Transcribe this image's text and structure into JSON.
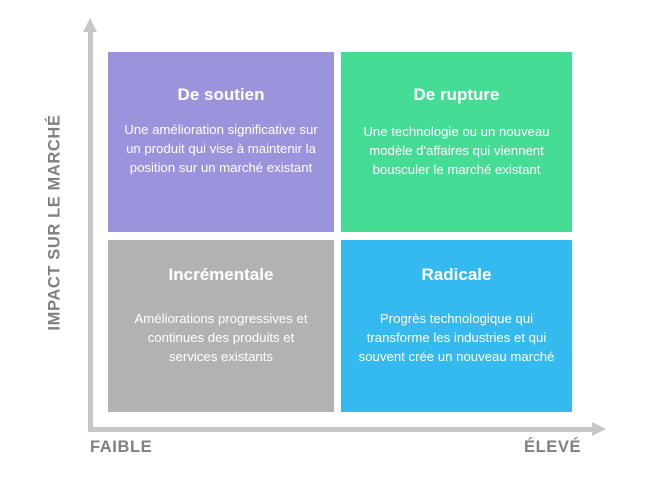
{
  "chart_data": {
    "type": "table",
    "title": "",
    "xlabel": "",
    "ylabel": "IMPACT SUR LE MARCHÉ",
    "axes": {
      "y": {
        "label": "IMPACT SUR LE MARCHÉ",
        "direction": "up",
        "arrow": true,
        "color": "#c6c6c6"
      },
      "x": {
        "label": "",
        "direction": "right",
        "arrow": true,
        "color": "#c6c6c6",
        "low_tick": "FAIBLE",
        "high_tick": "ÉLEVÉ"
      }
    },
    "legend": "none",
    "grid": false,
    "quadrants": [
      {
        "id": "sustaining",
        "position": "top-left",
        "title": "De soutien",
        "description": "Une amélioration significative sur un produit qui vise à maintenir la position sur un marché existant",
        "color": "#9b93dc"
      },
      {
        "id": "disruptive",
        "position": "top-right",
        "title": "De rupture",
        "description": "Une technologie ou un nouveau modèle d'affaires qui viennent bousculer le marché existant",
        "color": "#45dc95"
      },
      {
        "id": "incremental",
        "position": "bottom-left",
        "title": "Incrémentale",
        "description": "Améliorations progressives et continues des produits et services existants",
        "color": "#b2b2b4"
      },
      {
        "id": "radical",
        "position": "bottom-right",
        "title": "Radicale",
        "description": "Progrès technologique qui transforme les industries et qui souvent crée un nouveau marché",
        "color": "#35baf0"
      }
    ]
  },
  "colors": {
    "background": "#ffffff",
    "axis": "#c6c6c6",
    "axis_text": "#808080",
    "quadrant_text": "#ffffff",
    "purple": "#9b93dc",
    "green": "#45dc95",
    "gray": "#b2b2b4",
    "blue": "#35baf0"
  }
}
